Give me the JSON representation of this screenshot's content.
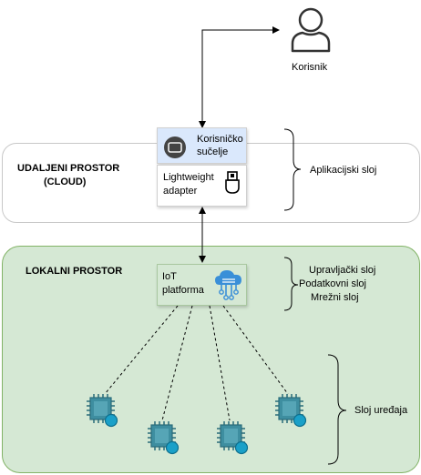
{
  "user": {
    "label": "Korisnik",
    "icon": "user-icon"
  },
  "cloud_zone": {
    "title_line1": "UDALJENI PROSTOR",
    "title_line2": "(CLOUD)"
  },
  "local_zone": {
    "title": "LOKALNI PROSTOR",
    "fill": "#d5e8d4",
    "stroke": "#82b366"
  },
  "ui_box": {
    "label_line1": "Korisničko",
    "label_line2": "sučelje",
    "icon": "monitor-icon"
  },
  "adapter_box": {
    "label_line1": "Lightweight",
    "label_line2": "adapter",
    "icon": "adapter-icon"
  },
  "iot_box": {
    "label_line1": "IoT",
    "label_line2": "platforma",
    "icon": "cloud-network-icon"
  },
  "layers": {
    "application": "Aplikacijski sloj",
    "control": "Upravljački sloj",
    "data": "Podatkovni sloj",
    "network": "Mrežni sloj",
    "device": "Sloj uređaja"
  },
  "devices": {
    "icon": "chip-icon",
    "count": 4
  }
}
